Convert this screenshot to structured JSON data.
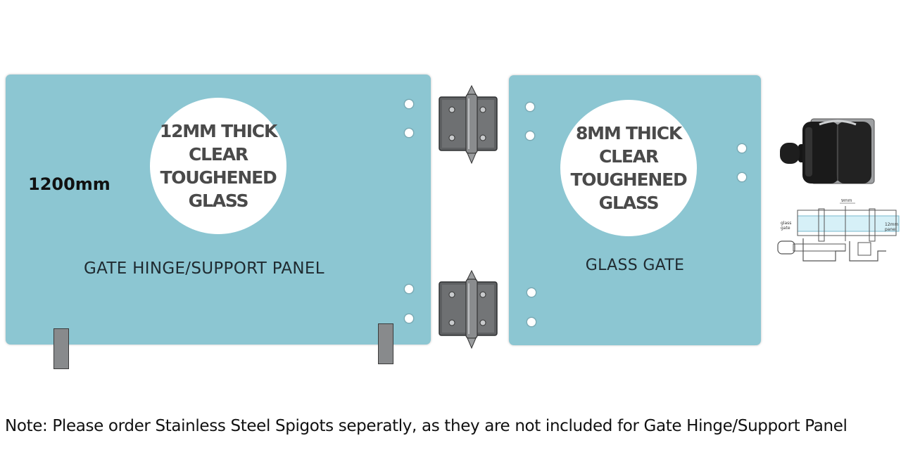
{
  "support_panel": {
    "circle_lines": [
      "12MM THICK",
      "CLEAR",
      "TOUGHENED",
      "GLASS"
    ],
    "label": "GATE HINGE/SUPPORT PANEL"
  },
  "gate_panel": {
    "circle_lines": [
      "8MM THICK",
      "CLEAR",
      "TOUGHENED",
      "GLASS"
    ],
    "label": "GLASS GATE"
  },
  "dimension": {
    "label": "1200mm"
  },
  "latch_drawing": {
    "glass_gate_label": [
      "glass",
      "gate"
    ],
    "gap_label": "9mm",
    "panel_label": [
      "12mm",
      "panel"
    ]
  },
  "note": "Note: Please order Stainless Steel Spigots seperatly, as they are not included for Gate Hinge/Support Panel",
  "colors": {
    "glass": "#8cc6d2",
    "circle": "#ffffff",
    "spigot": "#888a8c",
    "hinge_metal": "#6e7072"
  },
  "icons": {
    "hinge": "glass-gate-hinge-icon",
    "latch": "magnetic-latch-icon",
    "arrow": "double-headed-arrow"
  }
}
